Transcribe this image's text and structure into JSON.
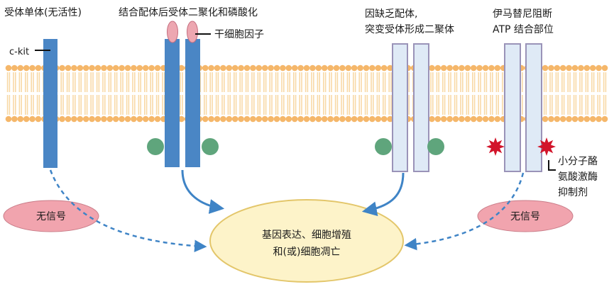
{
  "labels": {
    "monomer": "受体单体(无活性)",
    "ligand_bound_dimer": "结合配体后受体二聚化和磷酸化",
    "ckit": "c-kit",
    "scf": "干细胞因子",
    "mutant_line1": "因缺乏配体,",
    "mutant_line2": "突变受体形成二聚体",
    "imatinib_line1": "伊马替尼阻断",
    "imatinib_line2": "ATP 结合部位",
    "tki_line1": "小分子酪",
    "tki_line2": "氨酸激酶",
    "tki_line3": "抑制剂",
    "no_signal_left": "无信号",
    "no_signal_right": "无信号",
    "outcome_line1": "基因表达、细胞增殖",
    "outcome_line2": "和(或)细胞凋亡"
  },
  "colors": {
    "lipid_head": "#f5b76a",
    "lipid_tail": "#f8d9a6",
    "receptor_active": "#4a86c5",
    "receptor_mutant_fill": "#dfeaf6",
    "receptor_mutant_stroke": "#9a93b8",
    "ligand": "#eda7b1",
    "phospho": "#5fa57c",
    "inhibitor_star": "#d2142a",
    "no_signal_ellipse": "#f1a4ae",
    "outcome_ellipse_fill": "#fdf3c9",
    "outcome_ellipse_stroke": "#e3c66a",
    "arrow": "#3f84c6"
  }
}
